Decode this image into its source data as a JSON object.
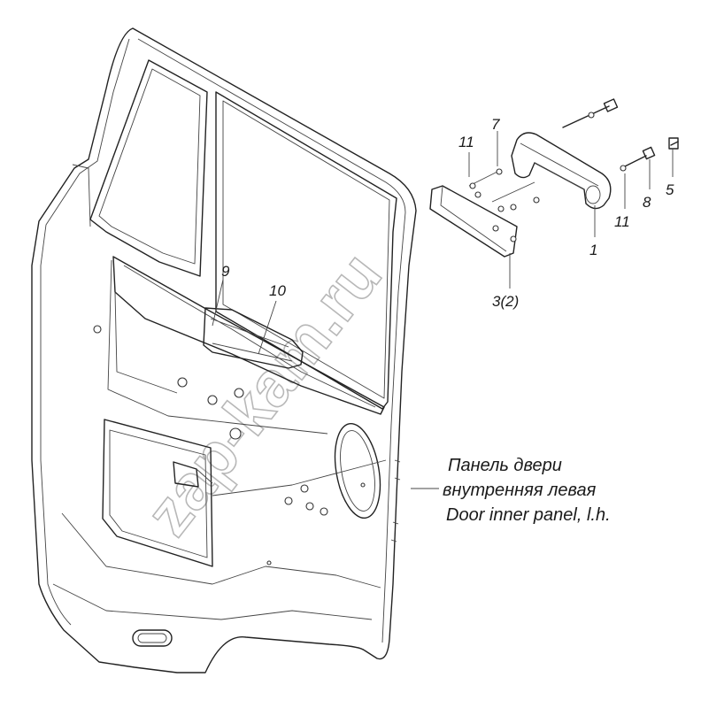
{
  "callouts": {
    "c1": "1",
    "c3": "3(2)",
    "c5": "5",
    "c7": "7",
    "c8": "8",
    "c9": "9",
    "c10": "10",
    "c11a": "11",
    "c11b": "11"
  },
  "caption": {
    "line1": "Панель двери",
    "line2": "внутренняя левая",
    "line3": "Door inner panel, l.h."
  },
  "watermark": "zap-kam.ru"
}
